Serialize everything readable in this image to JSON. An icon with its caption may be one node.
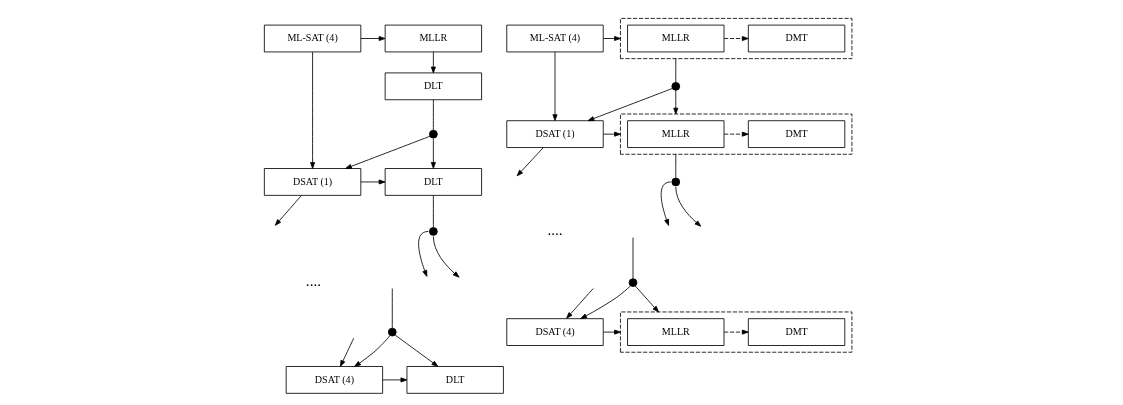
{
  "diagram": {
    "nodes": [
      {
        "text": [
          "ML-SAT (4)"
        ]
      },
      {
        "text": [
          "MLLR"
        ]
      },
      {
        "text": [
          "DLT"
        ]
      },
      {
        "text": [],
        "shape": "circle"
      },
      {
        "text": [
          "DSAT (1)"
        ]
      },
      {
        "text": [
          "DLT"
        ]
      },
      {
        "text": [],
        "shape": "circle"
      },
      {
        "text": [],
        "shape": "circle"
      },
      {
        "text": [
          "DSAT (4)"
        ]
      },
      {
        "text": [
          "DLT"
        ]
      },
      {
        "text": [
          "ML-SAT (4)"
        ]
      },
      {
        "text": [],
        "shape": "box"
      },
      {
        "text": [
          "MLLR"
        ],
        "in": 11
      },
      {
        "text": [
          "DMT"
        ],
        "in": 11
      },
      {
        "text": [],
        "shape": "circle"
      },
      {
        "text": [
          "DSAT (1)"
        ]
      },
      {
        "text": [],
        "shape": "box"
      },
      {
        "text": [
          "MLLR"
        ],
        "in": 16
      },
      {
        "text": [
          "DMT"
        ],
        "in": 16
      },
      {
        "text": [],
        "shape": "circle"
      },
      {
        "text": [],
        "shape": "circle"
      },
      {
        "text": [
          "DSAT (4)"
        ]
      },
      {
        "text": [],
        "shape": "box"
      },
      {
        "text": [
          "MLLR"
        ],
        "in": 22
      },
      {
        "text": [
          "DMT"
        ],
        "in": 22
      }
    ],
    "edges": [
      {
        "from": 0,
        "to": 1,
        "arrow": "to"
      },
      {
        "from": 1,
        "to": 2,
        "arrow": "to"
      },
      {
        "from": 0,
        "to": 4,
        "arrow": "to"
      },
      {
        "from": 2,
        "to": 3,
        "arrow": "none"
      },
      {
        "from": 3,
        "to": 4,
        "arrow": "to"
      },
      {
        "from": 3,
        "to": 5,
        "arrow": "to"
      },
      {
        "from": 4,
        "to": 5,
        "arrow": "to"
      },
      {
        "from": 4,
        "to": null,
        "arrow": "to"
      },
      {
        "from": 5,
        "to": 6,
        "arrow": "none"
      },
      {
        "from": 6,
        "to": null,
        "arrow": "to"
      },
      {
        "from": 6,
        "to": null,
        "arrow": "to"
      },
      {
        "from": null,
        "to": 8,
        "arrow": "to"
      },
      {
        "from": null,
        "to": 7,
        "arrow": "none"
      },
      {
        "from": 7,
        "to": 8,
        "arrow": "to"
      },
      {
        "from": 7,
        "to": 9,
        "arrow": "to"
      },
      {
        "from": 8,
        "to": 9,
        "arrow": "to"
      },
      {
        "from": 10,
        "to": 11,
        "arrow": "to"
      },
      {
        "from": 12,
        "to": 13,
        "arrow": "to",
        "style": "dashed"
      },
      {
        "from": 10,
        "to": 15,
        "arrow": "to"
      },
      {
        "from": 11,
        "to": 14,
        "arrow": "none"
      },
      {
        "from": 14,
        "to": 15,
        "arrow": "to"
      },
      {
        "from": 14,
        "to": 16,
        "arrow": "to"
      },
      {
        "from": 15,
        "to": 16,
        "arrow": "to"
      },
      {
        "from": 17,
        "to": 18,
        "arrow": "to",
        "style": "dashed"
      },
      {
        "from": 15,
        "to": null,
        "arrow": "to"
      },
      {
        "from": 16,
        "to": 19,
        "arrow": "none"
      },
      {
        "from": 19,
        "to": null,
        "arrow": "to"
      },
      {
        "from": 19,
        "to": null,
        "arrow": "to"
      },
      {
        "from": null,
        "to": 21,
        "arrow": "to"
      },
      {
        "from": null,
        "to": 20,
        "arrow": "none"
      },
      {
        "from": 20,
        "to": 21,
        "arrow": "to"
      },
      {
        "from": 20,
        "to": 22,
        "arrow": "to"
      },
      {
        "from": 21,
        "to": 22,
        "arrow": "to"
      },
      {
        "from": 23,
        "to": 24,
        "arrow": "to",
        "style": "dashed"
      }
    ],
    "labels": [
      "....",
      "...."
    ]
  }
}
